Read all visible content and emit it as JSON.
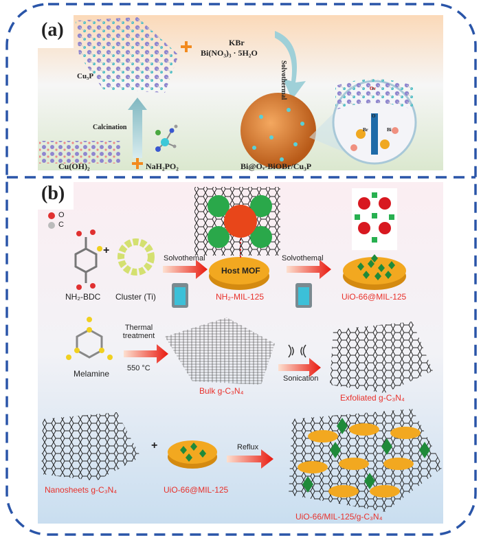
{
  "panel_a": {
    "label": "(a)",
    "cu3p": "Cu₃P",
    "kbr": "KBr",
    "bi_nitrate": "Bi(NO₃)₃ · 5H₂O",
    "solvothermal": "Solvothermal",
    "calcination": "Calcination",
    "cu_oh2": "Cu(OH)₂",
    "nah2po2": "NaH₂PO₂",
    "product": "Bi@Oᵥ-BiOBr/Cu₃P",
    "zoom_labels": {
      "ov": "Ov",
      "o": "O",
      "br": "Br",
      "bi": "Bi"
    }
  },
  "panel_b": {
    "label": "(b)",
    "legend": [
      {
        "symbol": "O",
        "color": "#e03030"
      },
      {
        "symbol": "C",
        "color": "#bbbbbb"
      }
    ],
    "row1": {
      "nh2_bdc": "NH₂-BDC",
      "plus": "+",
      "cluster": "Cluster (Ti)",
      "step1": "Solvothemal",
      "host_mof": "Host MOF",
      "nh2_mil125": "NH₂-MIL-125",
      "step2": "Solvothemal",
      "uio_mil": "UiO-66@MIL-125"
    },
    "row2": {
      "melamine": "Melamine",
      "thermal": "Thermal treatment",
      "temp": "550 °C",
      "bulk": "Bulk g-C₃N₄",
      "sonication": "Sonication",
      "exfoliated": "Exfoliated g-C₃N₄"
    },
    "row3": {
      "nanosheets": "Nanosheets g-C₃N₄",
      "plus": "+",
      "uio_mil": "UiO-66@MIL-125",
      "reflux": "Reflux",
      "composite": "UiO-66/MIL-125/g-C₃N₄"
    }
  },
  "colors": {
    "border": "#2a55a8",
    "accent_red": "#e8302a",
    "orange": "#f0a020",
    "green": "#1f8a3a"
  }
}
